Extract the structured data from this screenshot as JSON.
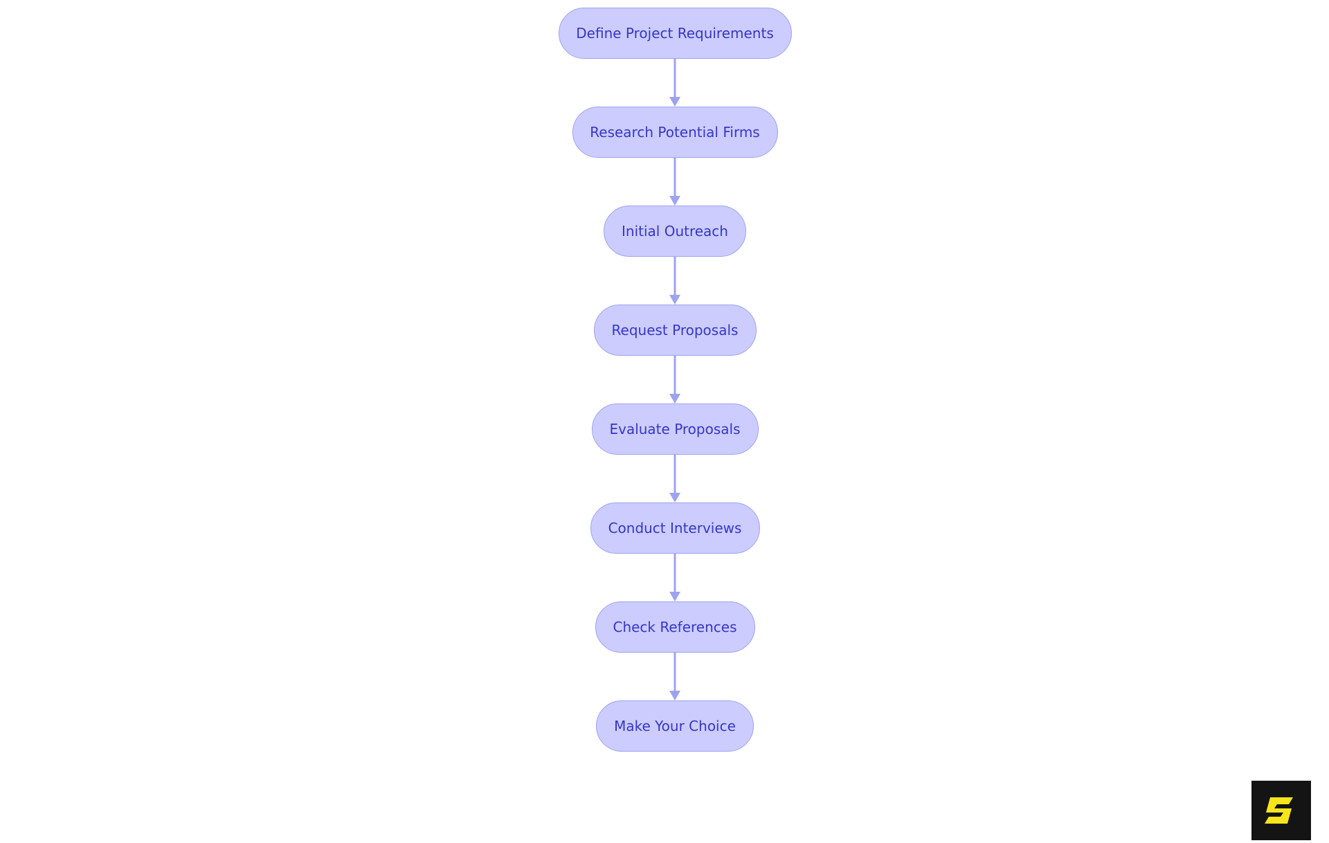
{
  "diagram": {
    "type": "flowchart",
    "direction": "top-to-bottom",
    "nodes": [
      {
        "id": "n1",
        "label": "Define Project Requirements"
      },
      {
        "id": "n2",
        "label": "Research Potential Firms"
      },
      {
        "id": "n3",
        "label": "Initial Outreach"
      },
      {
        "id": "n4",
        "label": "Request Proposals"
      },
      {
        "id": "n5",
        "label": "Evaluate Proposals"
      },
      {
        "id": "n6",
        "label": "Conduct Interviews"
      },
      {
        "id": "n7",
        "label": "Check References"
      },
      {
        "id": "n8",
        "label": "Make Your Choice"
      }
    ],
    "edges": [
      {
        "from": "n1",
        "to": "n2"
      },
      {
        "from": "n2",
        "to": "n3"
      },
      {
        "from": "n3",
        "to": "n4"
      },
      {
        "from": "n4",
        "to": "n5"
      },
      {
        "from": "n5",
        "to": "n6"
      },
      {
        "from": "n6",
        "to": "n7"
      },
      {
        "from": "n7",
        "to": "n8"
      }
    ]
  },
  "colors": {
    "background": "#ffffff",
    "node_fill": "#ccccff",
    "node_border": "#9ea3ef",
    "node_text": "#3636c4",
    "edge": "#9ea3ef",
    "logo_background": "#141414",
    "logo_mark": "#f6e51c"
  },
  "logo": {
    "icon": "s-lightning-logo-icon"
  }
}
